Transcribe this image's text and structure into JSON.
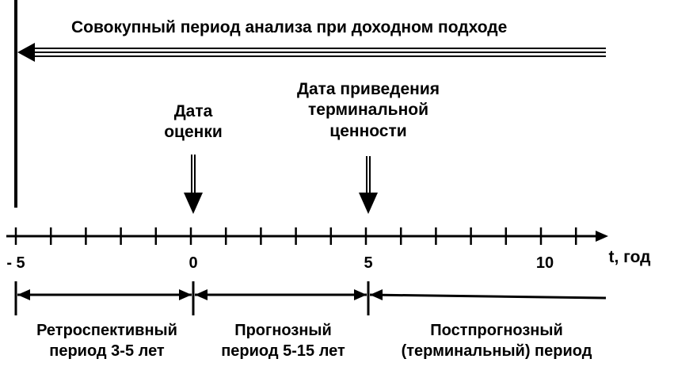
{
  "title": "Совокупный период анализа при доходном подходе",
  "events": [
    {
      "line1": "Дата",
      "line2": "оценки",
      "line3": ""
    },
    {
      "line1": "Дата приведения",
      "line2": "терминальной",
      "line3": "ценности"
    }
  ],
  "axis": {
    "unit_label": "t, год",
    "tick_labels": [
      "- 5",
      "0",
      "5",
      "10"
    ],
    "range": [
      -5,
      11
    ]
  },
  "periods": [
    {
      "line1": "Ретроспективный",
      "line2": "период 3-5 лет"
    },
    {
      "line1": "Прогнозный",
      "line2": "период 5-15 лет"
    },
    {
      "line1": "Постпрогнозный",
      "line2": "(терминальный) период"
    }
  ]
}
